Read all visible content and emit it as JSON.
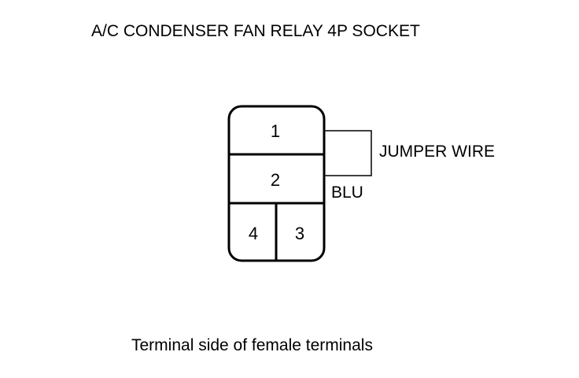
{
  "title": "A/C CONDENSER FAN RELAY 4P SOCKET",
  "caption": "Terminal side of female terminals",
  "connector": {
    "terminals": [
      {
        "id": "1",
        "label": "1"
      },
      {
        "id": "2",
        "label": "2"
      },
      {
        "id": "3",
        "label": "3"
      },
      {
        "id": "4",
        "label": "4"
      }
    ]
  },
  "jumper": {
    "label": "JUMPER WIRE",
    "wire_color": "BLU"
  }
}
